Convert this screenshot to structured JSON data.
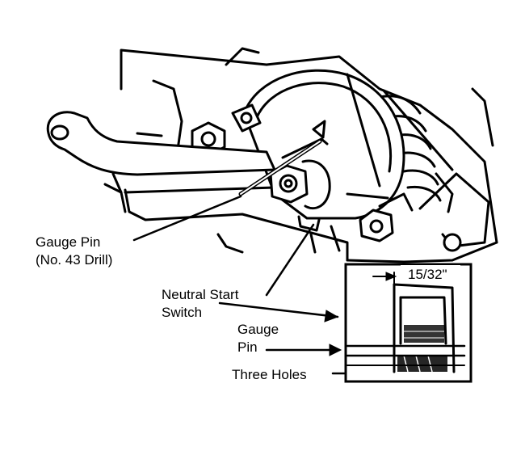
{
  "labels": {
    "gauge_pin_main_line1": "Gauge Pin",
    "gauge_pin_main_line2": "(No. 43 Drill)",
    "switch_line1": "Neutral Start",
    "switch_line2": "Switch",
    "gauge_pin_inset_line1": "Gauge",
    "gauge_pin_inset_line2": "Pin",
    "three_holes": "Three Holes",
    "dimension": "15/32\""
  }
}
